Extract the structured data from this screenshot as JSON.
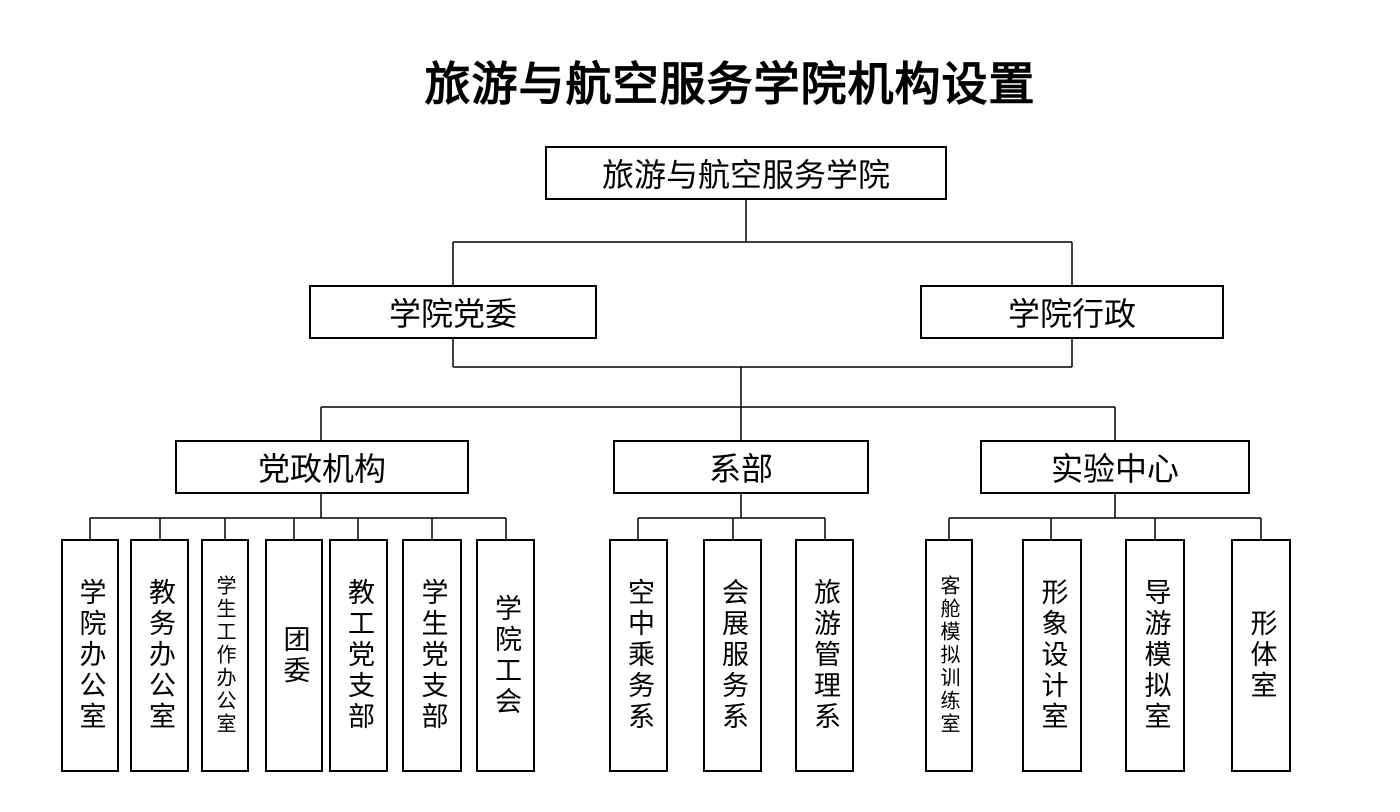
{
  "title": "旅游与航空服务学院机构设置",
  "root": "旅游与航空服务学院",
  "level1": [
    "学院党委",
    "学院行政"
  ],
  "level2": [
    "党政机构",
    "系部",
    "实验中心"
  ],
  "dangzheng_units": [
    "学院办公室",
    "教务办公室",
    "学生工作办公室",
    "团委",
    "教工党支部",
    "学生党支部",
    "学院工会"
  ],
  "xibu_units": [
    "空中乘务系",
    "会展服务系",
    "旅游管理系"
  ],
  "shiyan_units": [
    "客舱模拟训练室",
    "形象设计室",
    "导游模拟室",
    "形体室"
  ]
}
